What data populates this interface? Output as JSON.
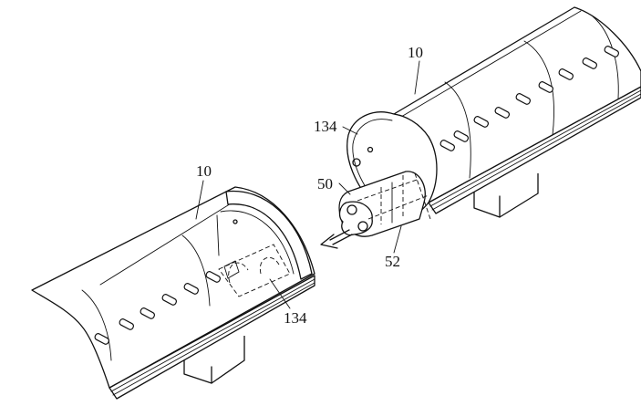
{
  "labels": {
    "upper_tube": "10",
    "lower_tube": "10",
    "upper_endcap": "134",
    "lower_endcap": "134",
    "connector": "50",
    "connector_body": "52"
  }
}
